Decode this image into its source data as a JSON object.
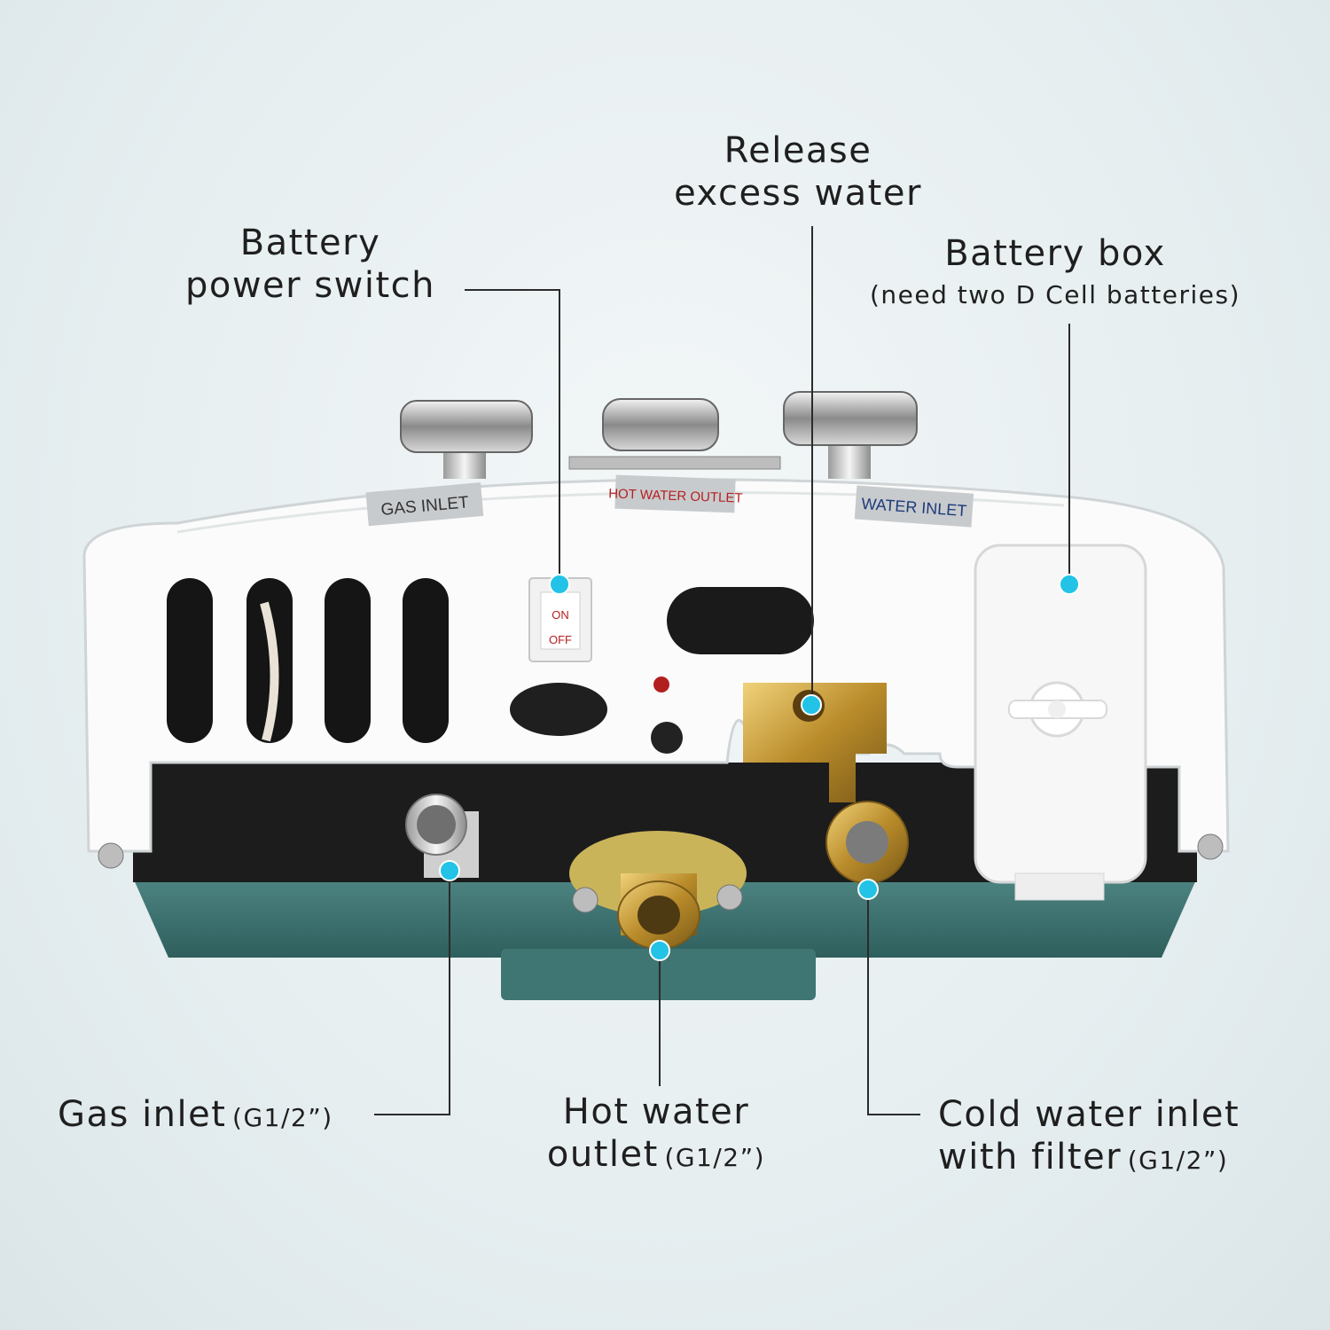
{
  "callouts": {
    "release": {
      "line1": "Release",
      "line2": "excess water"
    },
    "battery_switch": {
      "line1": "Battery",
      "line2": "power switch"
    },
    "battery_box": {
      "line1": "Battery box",
      "line2": "(need two D Cell batteries)"
    },
    "gas_inlet": {
      "main": "Gas inlet",
      "spec": "(G1/2”)"
    },
    "hot_water": {
      "line1": "Hot water",
      "line2_main": "outlet",
      "line2_spec": "(G1/2”)"
    },
    "cold_water": {
      "line1": "Cold water inlet",
      "line2_main": "with filter",
      "line2_spec": "(G1/2”)"
    }
  },
  "device_labels": {
    "gas_inlet": "GAS INLET",
    "hot_water_outlet": "HOT WATER OUTLET",
    "water_inlet": "WATER INLET",
    "switch_on": "ON",
    "switch_off": "OFF"
  },
  "colors": {
    "callout_dot": "#22c3e6",
    "housing": "#ffffff",
    "base": "#3c7270",
    "brass": "#c9a23c"
  }
}
